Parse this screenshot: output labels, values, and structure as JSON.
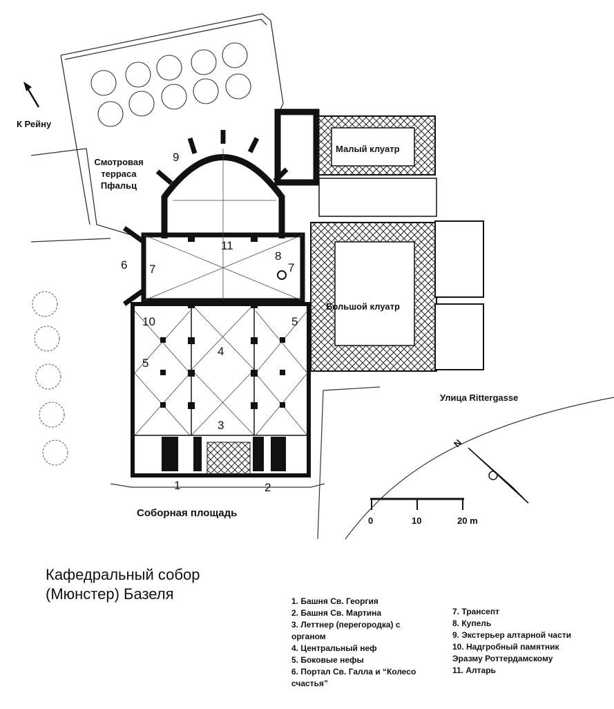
{
  "map": {
    "to_rhine": "К Рейну",
    "terrace": [
      "Смотровая",
      "терраса",
      "Пфальц"
    ],
    "small_cloister": "Малый клуатр",
    "big_cloister": "Большой клуатр",
    "street": "Улица Rittergasse",
    "square": "Соборная площадь",
    "compass_letter": "N",
    "markers": {
      "n1": "1",
      "n2": "2",
      "n3": "3",
      "n4": "4",
      "n5a": "5",
      "n5b": "5",
      "n6": "6",
      "n7a": "7",
      "n7b": "7",
      "n8": "8",
      "n9": "9",
      "n10": "10",
      "n11": "11"
    },
    "scale": {
      "t0": "0",
      "t10": "10",
      "t20": "20 m"
    }
  },
  "title": {
    "line1": "Кафедральный собор",
    "line2": "(Мюнстер) Базеля"
  },
  "legend": {
    "col1": [
      "1. Башня Св. Георгия",
      "2. Башня Св. Мартина",
      "3. Леттнер (перегородка) с",
      "органом",
      "4. Центральный неф",
      "5. Боковые нефы",
      "6. Портал Св. Галла и “Колесо",
      "счастья”"
    ],
    "col2": [
      "7. Трансепт",
      "8.  Купель",
      "9. Экстерьер алтарной части",
      "10. Надгробный памятник",
      "Эразму Роттердамскому",
      "11. Алтарь"
    ]
  }
}
